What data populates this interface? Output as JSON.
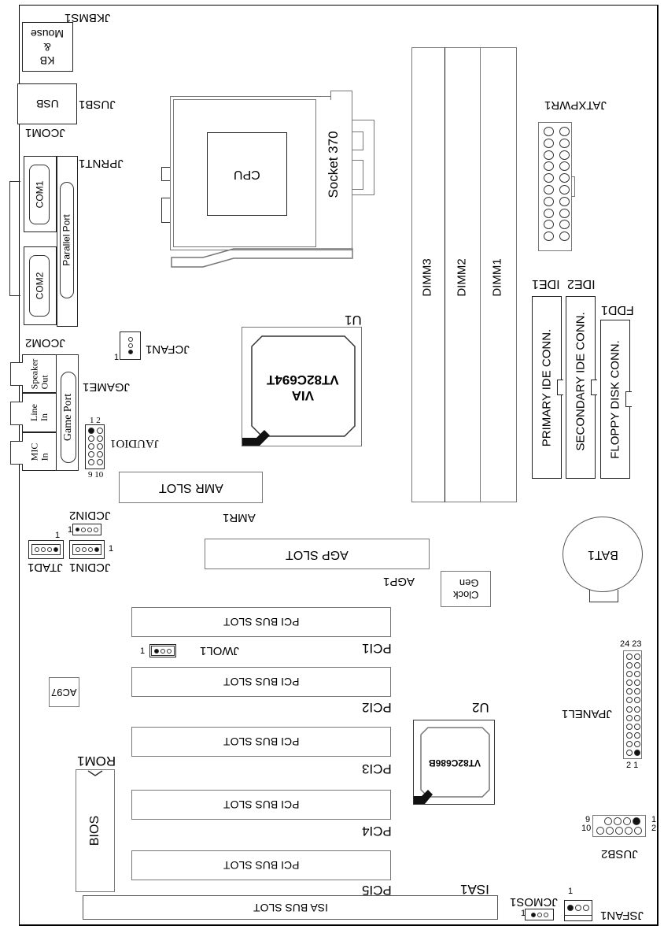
{
  "board": {
    "orientation": "rotated-180",
    "connectors": {
      "kb_mouse": {
        "ref": "JKBMS1",
        "label_l1": "KB",
        "label_l2": "&",
        "label_l3": "Mouse"
      },
      "usb1": {
        "ref": "JUSB1",
        "label": "USB"
      },
      "com1": {
        "ref": "JCOM1",
        "label": "COM1"
      },
      "com2": {
        "ref": "JCOM2",
        "label": "COM2"
      },
      "parallel": {
        "ref": "JPRNT1",
        "label": "Parallel Port"
      },
      "cpu_fan": {
        "ref": "JCFAN1",
        "pin1": "1"
      },
      "game": {
        "ref": "JGAME1",
        "label": "Game Port"
      },
      "speaker": {
        "label_l1": "Speaker",
        "label_l2": "Out"
      },
      "line_in": {
        "label_l1": "Line",
        "label_l2": "In"
      },
      "mic_in": {
        "label_l1": "MIC",
        "label_l2": "In"
      },
      "audio": {
        "ref": "JAUDIO1",
        "top_pins": "1 2",
        "bottom_pins": "9 10"
      },
      "amr": {
        "ref": "AMR1",
        "label": "AMR SLOT"
      },
      "cdin2": {
        "ref": "JCDIN2",
        "pin1": "1"
      },
      "cdin1": {
        "ref": "JCDIN1",
        "pin1": "1"
      },
      "tad": {
        "ref": "JTAD1",
        "pin1": "1"
      },
      "agp": {
        "ref": "AGP1",
        "label": "AGP SLOT"
      },
      "wol": {
        "ref": "JWOL1",
        "pin1": "1"
      },
      "ac97": {
        "label": "AC97"
      },
      "rom": {
        "ref": "ROM1",
        "label": "BIOS"
      },
      "isa": {
        "ref": "ISA1",
        "label": "ISA BUS SLOT"
      },
      "cmos": {
        "ref": "JCMOS1",
        "pin1": "1"
      },
      "sfan": {
        "ref": "JSFAN1",
        "pin1": "1"
      },
      "atx_power": {
        "ref": "JATXPWR1"
      },
      "ide1": {
        "ref": "IDE1",
        "label": "PRIMARY IDE CONN."
      },
      "ide2": {
        "ref": "IDE2",
        "label": "SECONDARY IDE CONN."
      },
      "fdd": {
        "ref": "FDD1",
        "label": "FLOPPY DISK CONN."
      },
      "battery": {
        "ref": "BAT1"
      },
      "clock": {
        "label_l1": "Clock",
        "label_l2": "Gen"
      },
      "panel": {
        "ref": "JPANEL1",
        "top_pins": "24 23",
        "bottom_pins": "2 1"
      },
      "usb2": {
        "ref": "JUSB2",
        "pin_9": "9",
        "pin_10": "10",
        "pin_1": "1",
        "pin_2": "2"
      }
    },
    "cpu": {
      "socket": "Socket  370",
      "label": "CPU"
    },
    "northbridge": {
      "ref": "U1",
      "brand": "VIA",
      "part": "VT82C694T"
    },
    "southbridge": {
      "ref": "U2",
      "part": "VT82C686B"
    },
    "dimms": [
      {
        "label": "DIMM3"
      },
      {
        "label": "DIMM2"
      },
      {
        "label": "DIMM1"
      }
    ],
    "pci_slots": [
      {
        "ref": "PCI1",
        "label": "PCI BUS SLOT"
      },
      {
        "ref": "PCI2",
        "label": "PCI BUS SLOT"
      },
      {
        "ref": "PCI3",
        "label": "PCI BUS SLOT"
      },
      {
        "ref": "PCI4",
        "label": "PCI BUS SLOT"
      },
      {
        "ref": "PCI5",
        "label": "PCI BUS SLOT"
      }
    ]
  }
}
